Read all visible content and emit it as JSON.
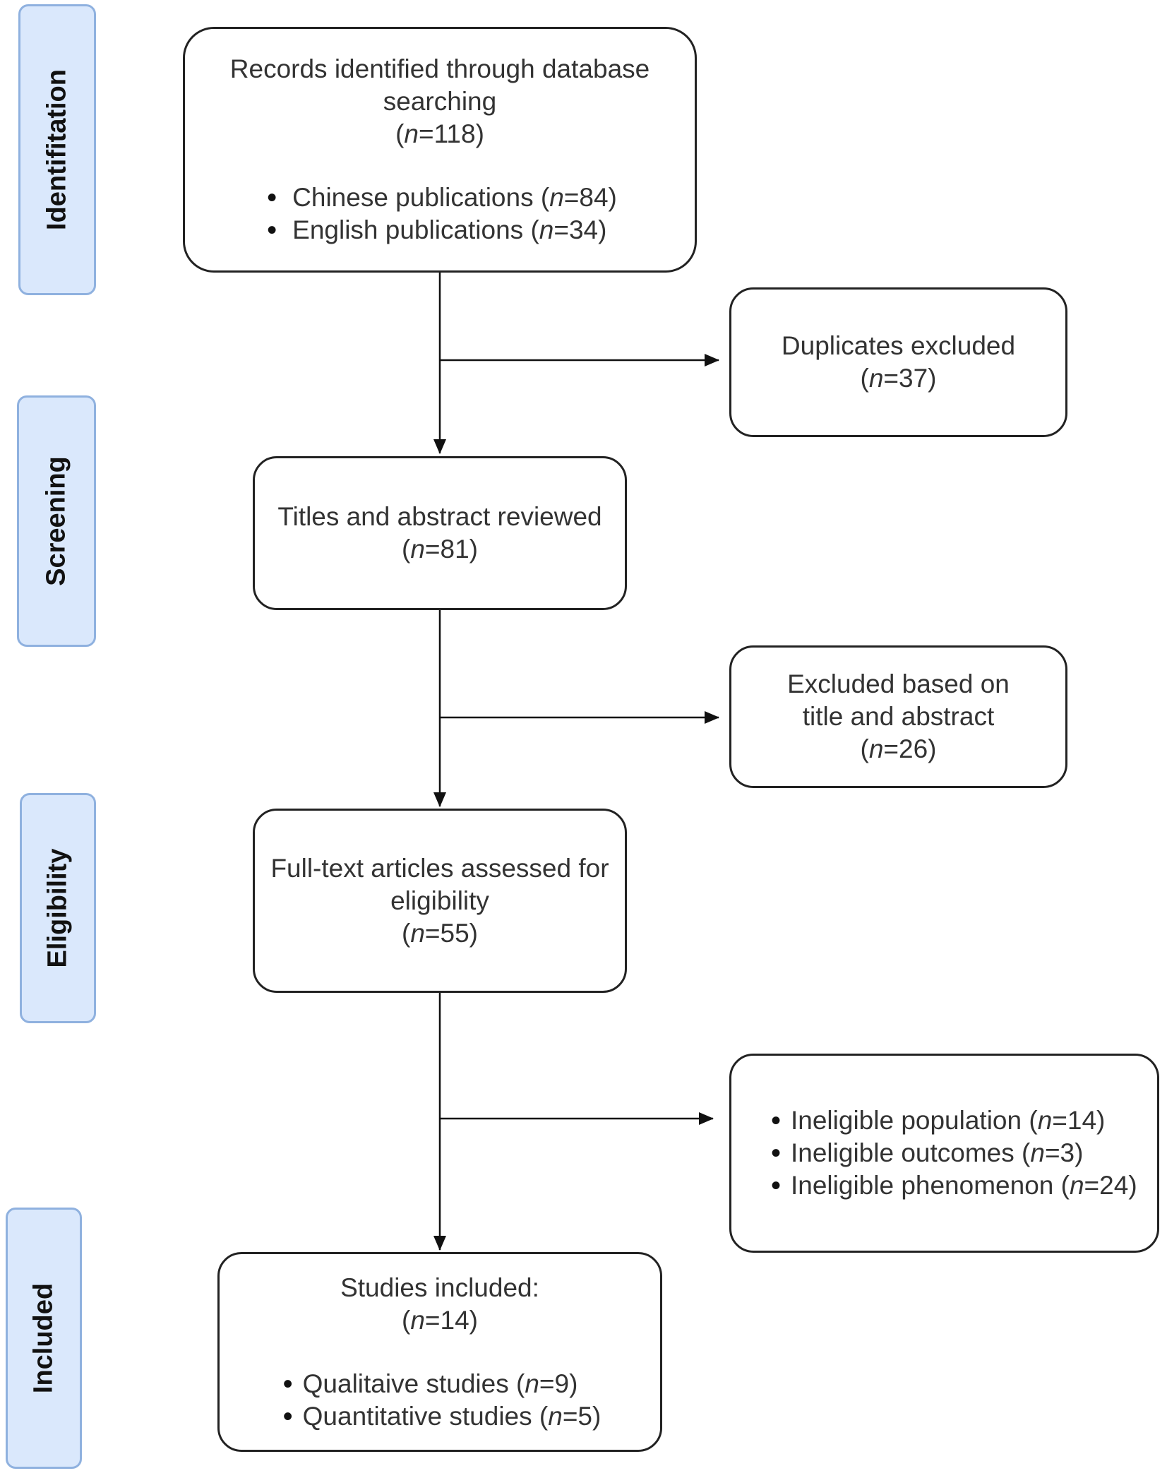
{
  "stages": {
    "identification": "Identifitation",
    "screening": "Screening",
    "eligibility": "Eligibility",
    "included": "Included"
  },
  "identified": {
    "title": "Records identified through database searching",
    "n": "n",
    "count": "=118",
    "items": [
      {
        "label": "Chinese publications",
        "count": "=84"
      },
      {
        "label": "English publications",
        "count": "=34"
      }
    ]
  },
  "duplicates": {
    "title": "Duplicates excluded",
    "n": "n",
    "count": "=37"
  },
  "screened": {
    "title": "Titles and abstract reviewed",
    "n": "n",
    "count": "=81"
  },
  "excluded_title": {
    "title": "Excluded based on title and abstract",
    "n": "n",
    "count": "=26"
  },
  "fulltext": {
    "title": "Full-text articles assessed for eligibility",
    "n": "n",
    "count": "=55"
  },
  "ineligible": {
    "n": "n",
    "items": [
      {
        "label": "Ineligible population",
        "count": "=14"
      },
      {
        "label": "Ineligible outcomes",
        "count": "=3"
      },
      {
        "label": "Ineligible phenomenon",
        "count": "=24"
      }
    ]
  },
  "included": {
    "title": "Studies included:",
    "n": "n",
    "count": "=14",
    "items": [
      {
        "label": "Qualitaive studies",
        "count": "=9"
      },
      {
        "label": "Quantitative studies",
        "count": "=5"
      }
    ]
  },
  "colors": {
    "stage_fill": "#dae8fc",
    "stage_border": "#8fb1df",
    "box_border": "#222222",
    "text": "#333333"
  }
}
